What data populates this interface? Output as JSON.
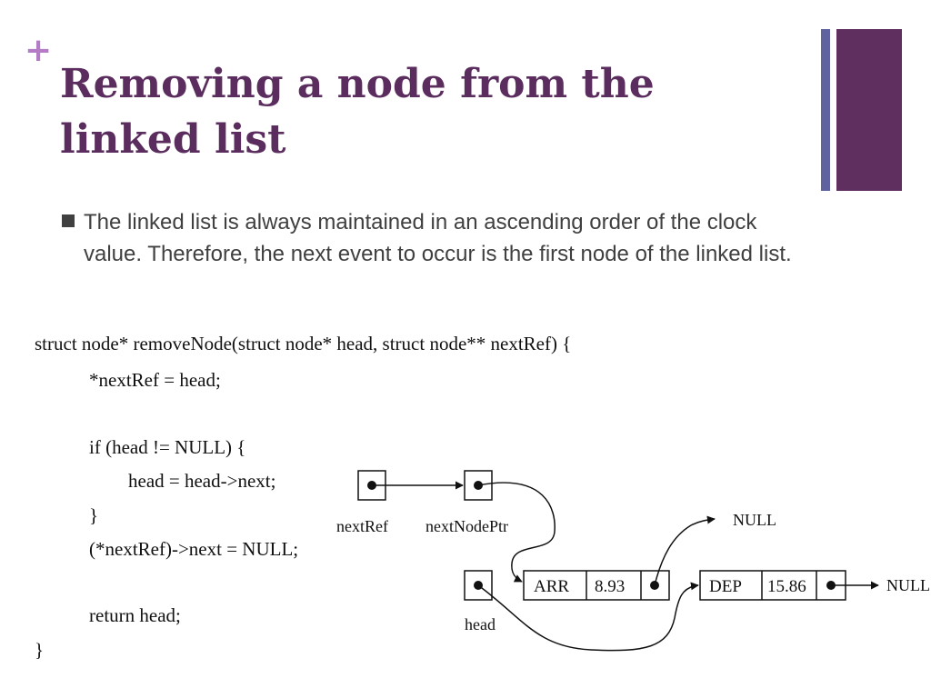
{
  "slide": {
    "plus_glyph": "+",
    "title": "Removing a node from the linked list",
    "bullet_text": "The linked list is always maintained in an ascending order of the clock value. Therefore, the next event to occur is the first node of the linked list."
  },
  "code": {
    "lines": [
      "struct node* removeNode(struct node* head, struct node** nextRef) {",
      "*nextRef = head;",
      "if (head != NULL) {",
      "head = head->next;",
      "}",
      "(*nextRef)->next = NULL;",
      "return head;",
      "}"
    ]
  },
  "diagram": {
    "labels": {
      "nextRef": "nextRef",
      "nextNodePtr": "nextNodePtr",
      "head": "head",
      "null_top": "NULL",
      "null_right": "NULL"
    },
    "node1": {
      "type": "ARR",
      "value": "8.93"
    },
    "node2": {
      "type": "DEP",
      "value": "15.86"
    }
  },
  "colors": {
    "title": "#5b2c5e",
    "plus": "#b57cc6",
    "deco_thin": "#5e63a0",
    "deco_thick": "#5e2f5f",
    "bullet": "#404040"
  }
}
